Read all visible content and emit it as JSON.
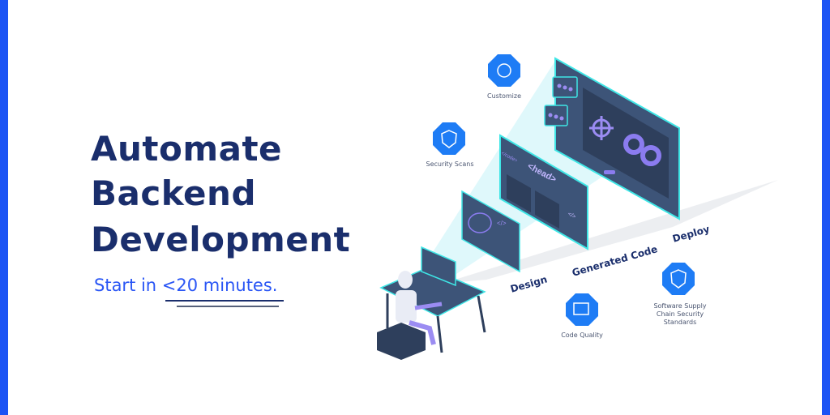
{
  "headline": [
    "Automate",
    "Backend",
    "Development"
  ],
  "subheadline": "Start in <20 minutes.",
  "stages": [
    "Design",
    "Generated Code",
    "Deploy"
  ],
  "features": {
    "customize": "Customize",
    "security_scans": "Security Scans",
    "code_quality": "Code Quality",
    "supply_chain": [
      "Software Supply",
      "Chain Security",
      "Standards"
    ]
  },
  "screen_text": {
    "code_tag": "</code>",
    "head_tag": "<head>",
    "slash_tag": "</>"
  },
  "colors": {
    "navy": "#1a2e6c",
    "accent": "#2a56f5",
    "border": "#1c54f4",
    "icon_bg": "#1e7cf5",
    "panel": "#3d5478",
    "cyan": "#3ee6e6"
  }
}
